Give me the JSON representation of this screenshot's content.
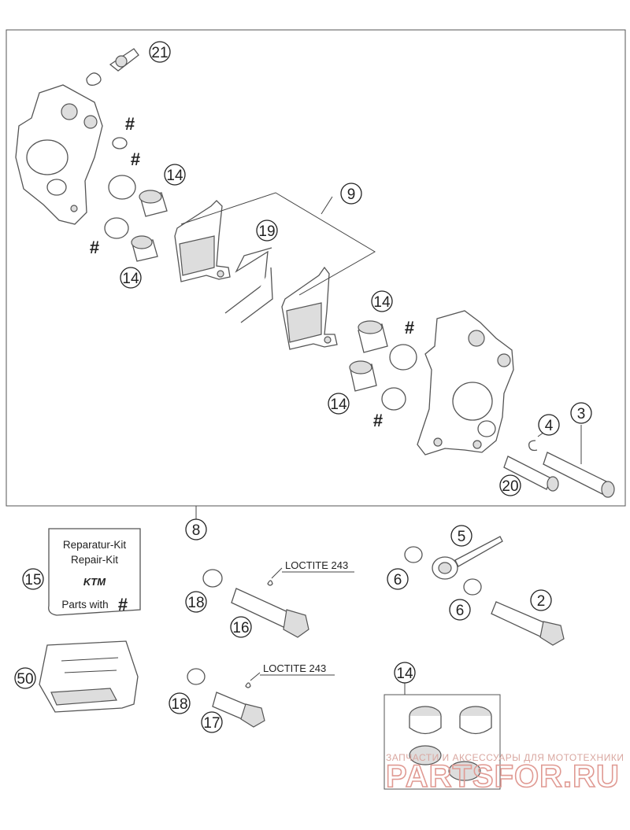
{
  "callouts": {
    "n21": "21",
    "n14a": "14",
    "n9": "9",
    "n19": "19",
    "n14b": "14",
    "n14c": "14",
    "n14d": "14",
    "n4": "4",
    "n3": "3",
    "n20": "20",
    "n8": "8",
    "n5": "5",
    "n15": "15",
    "n18a": "18",
    "n16": "16",
    "n6a": "6",
    "n6b": "6",
    "n2": "2",
    "n50": "50",
    "n18b": "18",
    "n17": "17",
    "n14e": "14"
  },
  "hash_marks": {
    "h1": "#",
    "h2": "#",
    "h3": "#",
    "h4": "#",
    "h5": "#"
  },
  "labels": {
    "loctite_upper": "LOCTITE 243",
    "loctite_lower": "LOCTITE 243"
  },
  "repair_kit_card": {
    "line1": "Reparatur-Kit",
    "line2": "Repair-Kit",
    "logo": "KTM",
    "line4": "Parts with",
    "hash": "#"
  },
  "watermark": {
    "tagline": "ЗАПЧАСТИ И АКСЕССУАРЫ ДЛЯ МОТОТЕХНИКИ",
    "brand": "PARTSFOR.RU"
  },
  "colors": {
    "line": "#444444",
    "watermark": "#e09a93"
  }
}
